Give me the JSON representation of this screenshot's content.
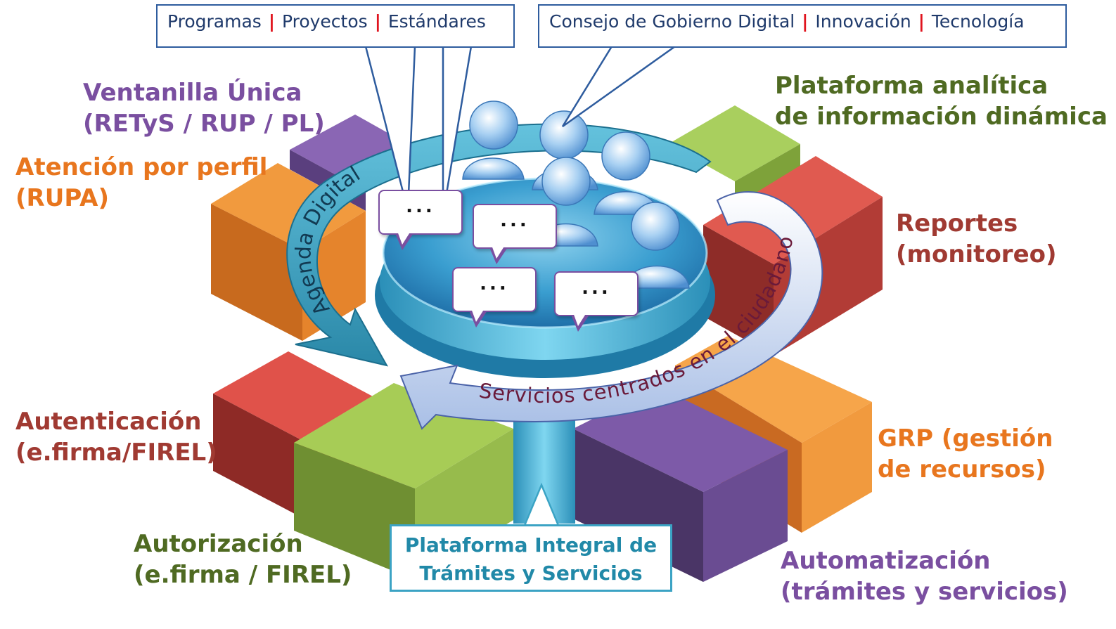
{
  "callouts": {
    "left": {
      "items": [
        "Programas",
        "Proyectos",
        "Estándares"
      ],
      "separator": "|"
    },
    "right": {
      "items": [
        "Consejo de Gobierno Digital",
        "Innovación",
        "Tecnología"
      ],
      "separator": "|"
    }
  },
  "labels": {
    "ventanilla": {
      "line1": "Ventanilla Única",
      "line2": "(RETyS / RUP / PL)",
      "color": "#7a4fa0"
    },
    "atencion": {
      "line1": "Atención por perfil",
      "line2": "(RUPA)",
      "color": "#e8761e"
    },
    "plataforma_analitica": {
      "line1": "Plataforma analítica",
      "line2": "de información dinámica",
      "color": "#4f6a22"
    },
    "reportes": {
      "line1": "Reportes",
      "line2": "(monitoreo)",
      "color": "#a03a32"
    },
    "autenticacion": {
      "line1": "Autenticación",
      "line2": "(e.firma/FIREL)",
      "color": "#a03a32"
    },
    "grp": {
      "line1": "GRP (gestión",
      "line2": "de recursos)",
      "color": "#e8761e"
    },
    "autorizacion": {
      "line1": "Autorización",
      "line2": "(e.firma / FIREL)",
      "color": "#4f6a22"
    },
    "automatizacion": {
      "line1": "Automatización",
      "line2": "(trámites y servicios)",
      "color": "#7a4fa0"
    }
  },
  "center": {
    "arrow_left_text": "Agenda Digital",
    "arrow_right_text": "Servicios centrados en el ciudadano",
    "bubble_text": "...",
    "platform": {
      "line1": "Plataforma Integral de",
      "line2": "Trámites y Servicios"
    }
  },
  "colors": {
    "callout_border": "#2e5c9e",
    "separator": "#e0141e",
    "platform_border": "#3ba3c4",
    "platform_text": "#2189a8"
  }
}
